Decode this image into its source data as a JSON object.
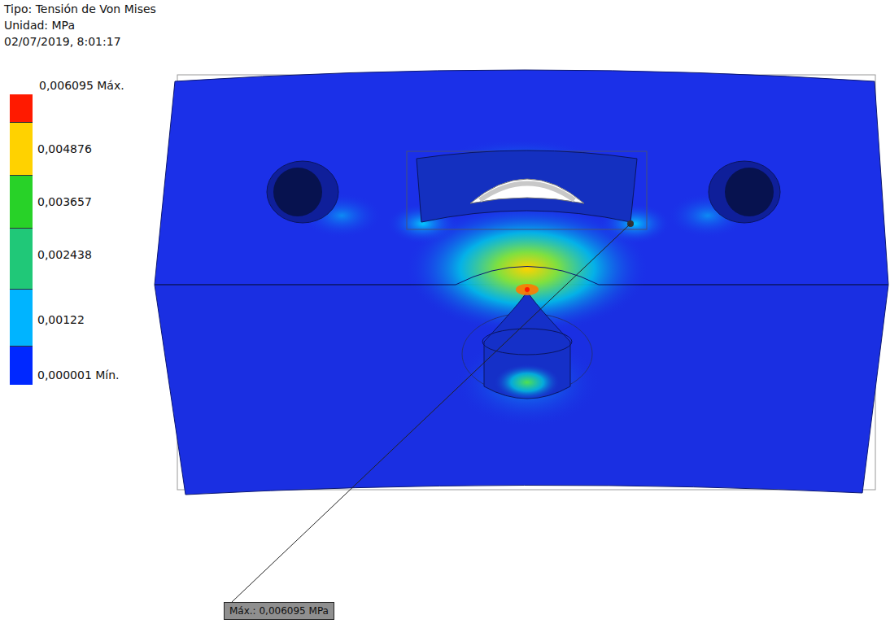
{
  "diagram": {
    "title": "Tipo: Tensión de Von Mises",
    "nodes": [
      {
        "text": [
          "Máx.: 0,006095 MPa"
        ]
      }
    ],
    "labels": [
      "Unidad: MPa",
      "02/07/2019, 8:01:17"
    ],
    "legend": [
      {
        "text": "0,006095 Máx.",
        "color": "#ff1a00"
      },
      {
        "text": "0,004876",
        "color": "#ffd200"
      },
      {
        "text": "0,003657",
        "color": "#28d228"
      },
      {
        "text": "0,002438",
        "color": "#20c878"
      },
      {
        "text": "0,00122",
        "color": "#00b4ff"
      },
      {
        "text": "0,000001 Mín.",
        "color": "#0028ff"
      }
    ]
  }
}
